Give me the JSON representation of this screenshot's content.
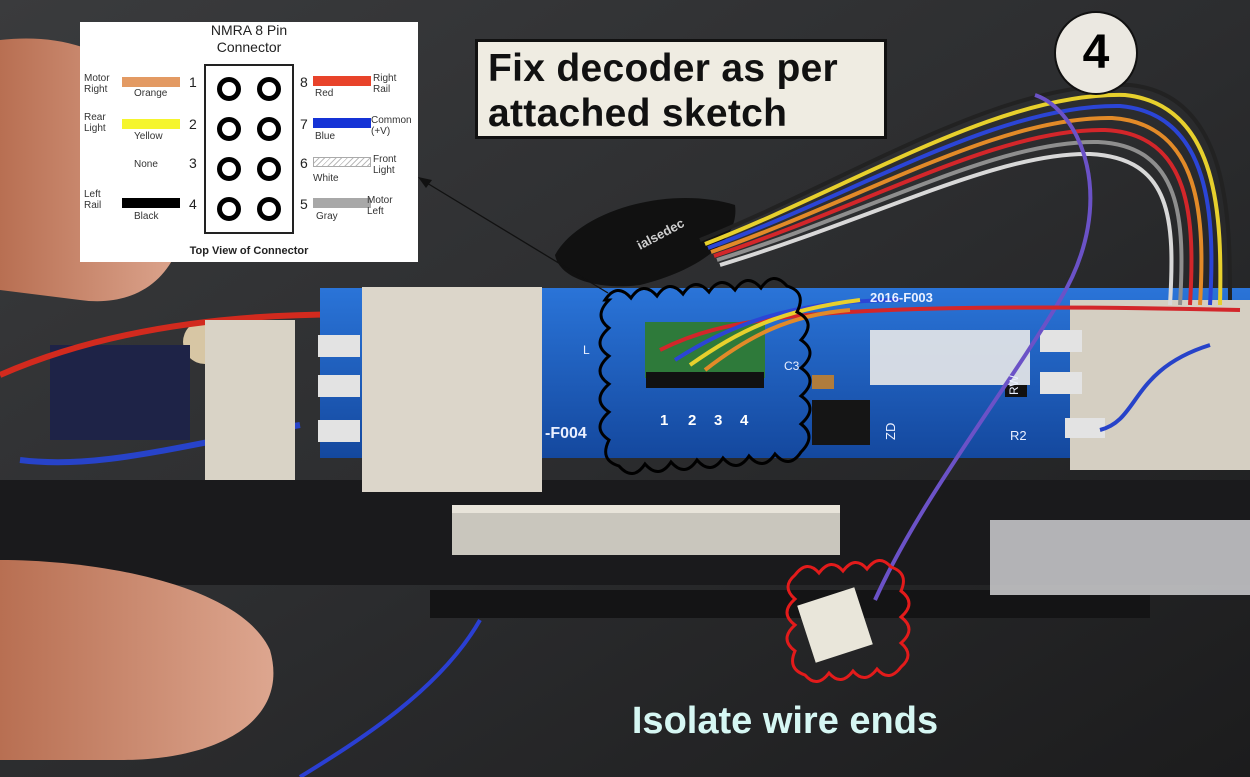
{
  "image": {
    "instruction": {
      "line1": "Fix decoder as per",
      "line2": "attached sketch"
    },
    "step_number": "4",
    "bottom_caption": "Isolate wire ends",
    "pcb_labels": {
      "board_id": "2016-F003",
      "board_id_partial": "-F004",
      "decoder_pins": [
        "1",
        "2",
        "3",
        "4"
      ],
      "c3": "C3",
      "zd": "ZD",
      "r2": "R2",
      "rw": "RW",
      "l": "L"
    },
    "decoder_text": "ialsedec",
    "colors": {
      "pcb_blue": "#1c5fc2",
      "highlight_black": "#000000",
      "highlight_red": "#e31b1b",
      "caption_text": "#d6f7f3"
    }
  },
  "connector_diagram": {
    "title_line1": "NMRA 8 Pin",
    "title_line2": "Connector",
    "caption": "Top View of Connector",
    "left_pins": [
      {
        "number": "1",
        "function": [
          "Motor",
          "Right"
        ],
        "color_name": "Orange",
        "color": "#e39a63"
      },
      {
        "number": "2",
        "function": [
          "Rear",
          "Light"
        ],
        "color_name": "Yellow",
        "color": "#f5f52e"
      },
      {
        "number": "3",
        "function": [
          "None"
        ],
        "color_name": "",
        "color": ""
      },
      {
        "number": "4",
        "function": [
          "Left",
          "Rail"
        ],
        "color_name": "Black",
        "color": "#000000"
      }
    ],
    "right_pins": [
      {
        "number": "8",
        "function": [
          "Right",
          "Rail"
        ],
        "color_name": "Red",
        "color": "#e8432a"
      },
      {
        "number": "7",
        "function": [
          "Common",
          "(+V)"
        ],
        "color_name": "Blue",
        "color": "#1533d6"
      },
      {
        "number": "6",
        "function": [
          "Front",
          "Light"
        ],
        "color_name": "White",
        "color": "#ffffff"
      },
      {
        "number": "5",
        "function": [
          "Motor",
          "Left"
        ],
        "color_name": "Gray",
        "color": "#a8a8a8"
      }
    ]
  }
}
